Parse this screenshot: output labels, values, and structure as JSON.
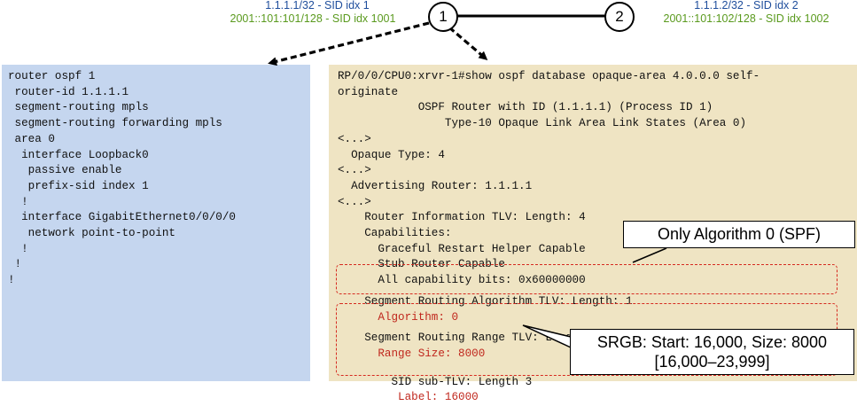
{
  "nodes": {
    "n1": {
      "label": "1",
      "ipv4": "1.1.1.1/32 - SID idx 1",
      "ipv6": "2001::101:101/128 - SID idx 1001"
    },
    "n2": {
      "label": "2",
      "ipv4": "1.1.1.2/32 - SID idx 2",
      "ipv6": "2001::101:102/128 - SID idx 1002"
    }
  },
  "config": {
    "lines": [
      "router ospf 1",
      " router-id 1.1.1.1",
      " segment-routing mpls",
      " segment-routing forwarding mpls",
      " area 0",
      "  interface Loopback0",
      "   passive enable",
      "   prefix-sid index 1",
      "  !",
      "  interface GigabitEthernet0/0/0/0",
      "   network point-to-point",
      "  !",
      " !",
      "!"
    ]
  },
  "output": {
    "lines": [
      "RP/0/0/CPU0:xrvr-1#show ospf database opaque-area 4.0.0.0 self-",
      "originate",
      "            OSPF Router with ID (1.1.1.1) (Process ID 1)",
      "                Type-10 Opaque Link Area Link States (Area 0)",
      "<...>",
      "  Opaque Type: 4",
      "<...>",
      "  Advertising Router: 1.1.1.1",
      "<...>",
      "    Router Information TLV: Length: 4",
      "    Capabilities:",
      "      Graceful Restart Helper Capable",
      "      Stub Router Capable",
      "      All capability bits: 0x60000000",
      "",
      "    Segment Routing Algorithm TLV: Length: 1",
      "      Algorithm: 0",
      "",
      "    Segment Routing Range TLV: Length: 12",
      "      Range Size: 8000",
      "",
      "        SID sub-TLV: Length 3",
      "         Label: 16000"
    ],
    "highlight_indices": [
      16,
      19,
      22
    ]
  },
  "callouts": {
    "algorithm": "Only Algorithm 0 (SPF)",
    "srgb_line1": "SRGB: Start: 16,000, Size: 8000",
    "srgb_line2": "[16,000–23,999]"
  }
}
